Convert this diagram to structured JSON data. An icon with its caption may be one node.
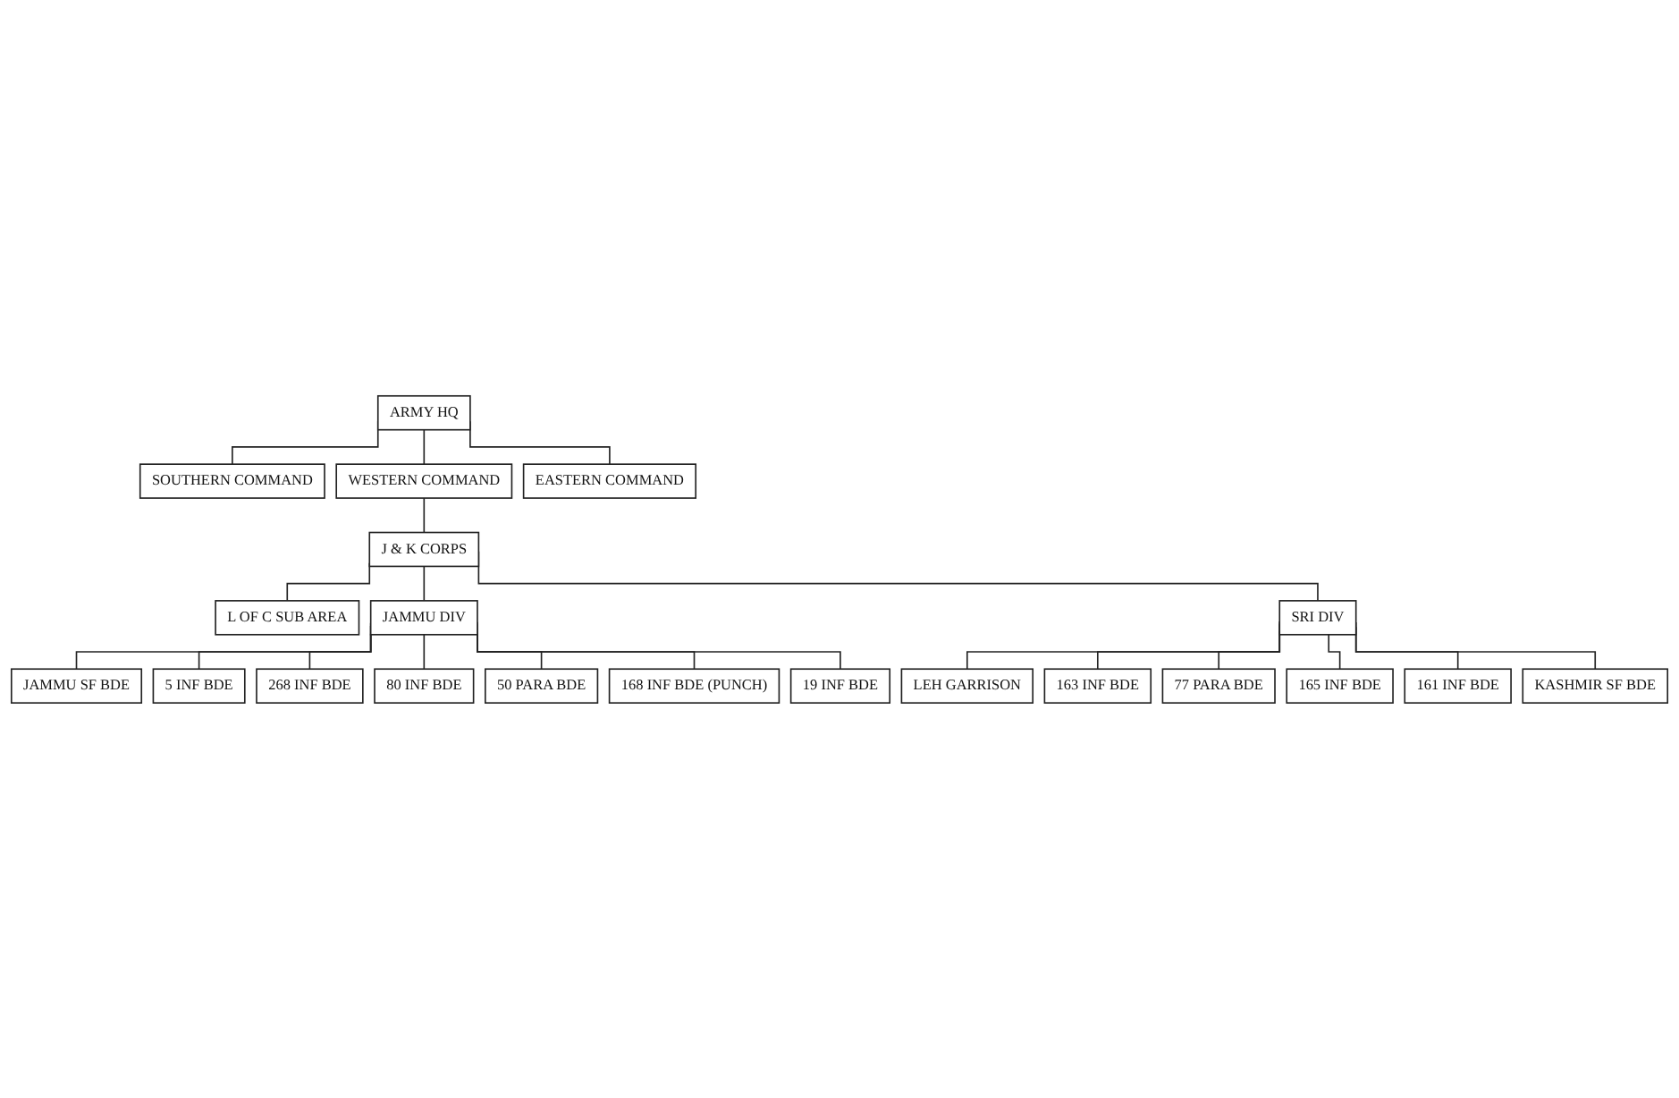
{
  "diagram": {
    "nodes": [
      {
        "text": [
          "ARMY HQ"
        ]
      },
      {
        "text": [
          "SOUTHERN COMMAND"
        ]
      },
      {
        "text": [
          "WESTERN COMMAND"
        ]
      },
      {
        "text": [
          "EASTERN COMMAND"
        ]
      },
      {
        "text": [
          "J & K CORPS"
        ]
      },
      {
        "text": [
          "L OF C SUB AREA"
        ]
      },
      {
        "text": [
          "JAMMU DIV"
        ]
      },
      {
        "text": [
          "SRI DIV"
        ]
      },
      {
        "text": [
          "JAMMU SF BDE"
        ]
      },
      {
        "text": [
          "268 INF BDE"
        ]
      },
      {
        "text": [
          "168 INF BDE (PUNCH)"
        ]
      },
      {
        "text": [
          "LEH GARRISON"
        ]
      },
      {
        "text": [
          "77 PARA BDE"
        ]
      },
      {
        "text": [
          "161 INF BDE"
        ]
      },
      {
        "text": [
          "5 INF BDE"
        ]
      },
      {
        "text": [
          "80 INF BDE"
        ]
      },
      {
        "text": [
          "50 PARA BDE"
        ]
      },
      {
        "text": [
          "19 INF BDE"
        ]
      },
      {
        "text": [
          "163 INF BDE"
        ]
      },
      {
        "text": [
          "165 INF BDE"
        ]
      },
      {
        "text": [
          "KASHMIR SF BDE"
        ]
      }
    ],
    "edges": [
      {
        "from": 0,
        "to": 1,
        "arrow": "none"
      },
      {
        "from": 0,
        "to": 2,
        "arrow": "none"
      },
      {
        "from": 0,
        "to": 3,
        "arrow": "none"
      },
      {
        "from": 2,
        "to": 4,
        "arrow": "none"
      },
      {
        "from": 4,
        "to": 5,
        "arrow": "none"
      },
      {
        "from": 4,
        "to": 6,
        "arrow": "none"
      },
      {
        "from": 4,
        "to": 7,
        "arrow": "none"
      },
      {
        "from": 6,
        "to": 8,
        "arrow": "none"
      },
      {
        "from": 6,
        "to": 14,
        "arrow": "none"
      },
      {
        "from": 6,
        "to": 9,
        "arrow": "none"
      },
      {
        "from": 6,
        "to": 15,
        "arrow": "none"
      },
      {
        "from": 6,
        "to": 16,
        "arrow": "none"
      },
      {
        "from": 6,
        "to": 10,
        "arrow": "none"
      },
      {
        "from": 6,
        "to": 17,
        "arrow": "none"
      },
      {
        "from": 7,
        "to": 11,
        "arrow": "none"
      },
      {
        "from": 7,
        "to": 18,
        "arrow": "none"
      },
      {
        "from": 7,
        "to": 12,
        "arrow": "none"
      },
      {
        "from": 7,
        "to": 19,
        "arrow": "none"
      },
      {
        "from": 7,
        "to": 13,
        "arrow": "none"
      },
      {
        "from": 7,
        "to": 20,
        "arrow": "none"
      }
    ]
  }
}
